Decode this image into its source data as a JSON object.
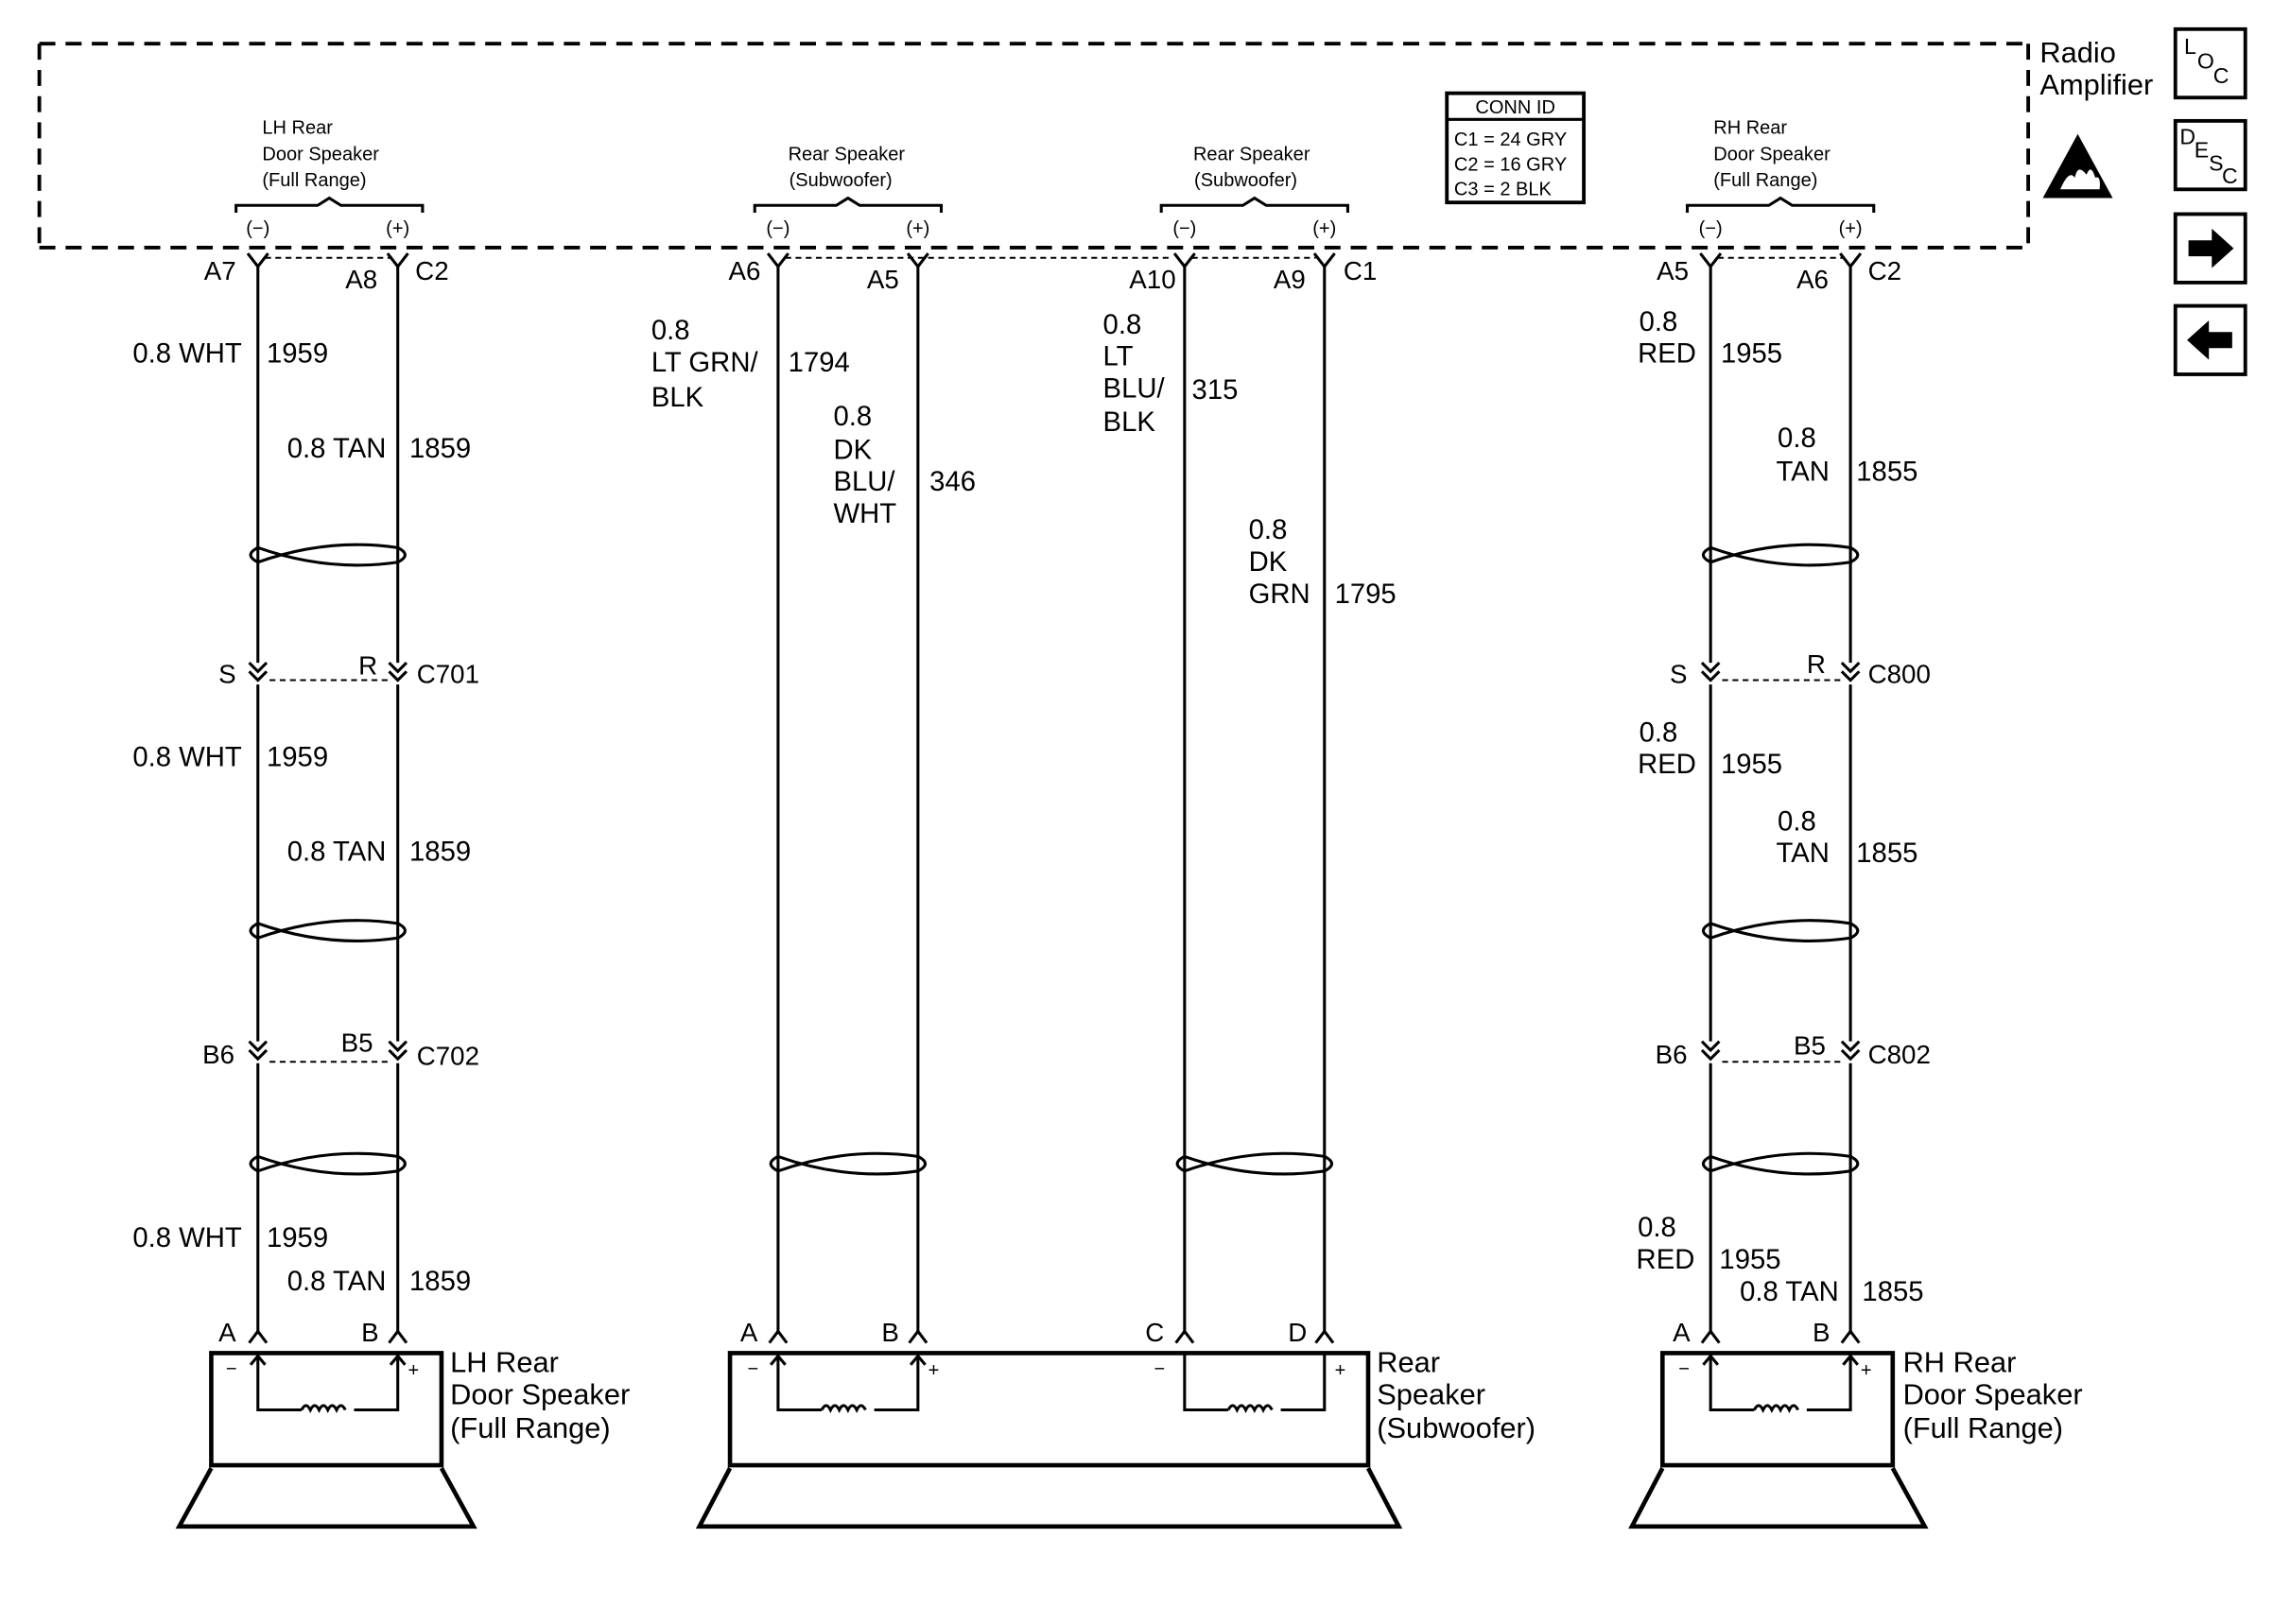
{
  "module": {
    "name_line1": "Radio",
    "name_line2": "Amplifier"
  },
  "conn_id": {
    "title": "CONN ID",
    "rows": [
      "C1 = 24 GRY",
      "C2 = 16 GRY",
      "C3 = 2 BLK"
    ]
  },
  "polarity": {
    "neg": "(−)",
    "pos": "(+)"
  },
  "module_labels": {
    "lh": [
      "LH Rear",
      "Door Speaker",
      "(Full Range)"
    ],
    "sub1": [
      "Rear Speaker",
      "(Subwoofer)"
    ],
    "sub2": [
      "Rear Speaker",
      "(Subwoofer)"
    ],
    "rh": [
      "RH Rear",
      "Door Speaker",
      "(Full Range)"
    ]
  },
  "top_pins": {
    "lh": {
      "neg": "A7",
      "pos": "A8",
      "conn": "C2"
    },
    "sub1": {
      "neg": "A6",
      "pos": "A5"
    },
    "sub2": {
      "neg": "A10",
      "pos": "A9",
      "conn": "C1"
    },
    "rh": {
      "neg": "A5",
      "pos": "A6",
      "conn": "C2"
    }
  },
  "wires": {
    "lh_neg_1": {
      "spec": "0.8 WHT",
      "circuit": "1959"
    },
    "lh_pos_1": {
      "spec": "0.8 TAN",
      "circuit": "1859"
    },
    "lh_neg_2": {
      "spec": "0.8 WHT",
      "circuit": "1959"
    },
    "lh_pos_2": {
      "spec": "0.8 TAN",
      "circuit": "1859"
    },
    "lh_neg_3": {
      "spec": "0.8 WHT",
      "circuit": "1959"
    },
    "lh_pos_3": {
      "spec": "0.8 TAN",
      "circuit": "1859"
    },
    "sub1_neg": {
      "spec": [
        "0.8",
        "LT GRN/",
        "BLK"
      ],
      "circuit": "1794"
    },
    "sub1_pos": {
      "spec": [
        "0.8",
        "DK",
        "BLU/",
        "WHT"
      ],
      "circuit": "346"
    },
    "sub2_neg": {
      "spec": [
        "0.8",
        "LT",
        "BLU/",
        "BLK"
      ],
      "circuit": "315"
    },
    "sub2_pos": {
      "spec": [
        "0.8",
        "DK",
        "GRN"
      ],
      "circuit": "1795"
    },
    "rh_neg_1": {
      "spec": [
        "0.8",
        "RED"
      ],
      "circuit": "1955"
    },
    "rh_pos_1": {
      "spec": [
        "0.8",
        "TAN"
      ],
      "circuit": "1855"
    },
    "rh_neg_2": {
      "spec": [
        "0.8",
        "RED"
      ],
      "circuit": "1955"
    },
    "rh_pos_2": {
      "spec": [
        "0.8",
        "TAN"
      ],
      "circuit": "1855"
    },
    "rh_neg_3": {
      "spec": [
        "0.8",
        "RED"
      ],
      "circuit": "1955"
    },
    "rh_pos_3": {
      "spec": "0.8 TAN",
      "circuit": "1855"
    }
  },
  "inline_connectors": {
    "c701": {
      "name": "C701",
      "neg_pin": "S",
      "pos_pin": "R"
    },
    "c702": {
      "name": "C702",
      "neg_pin": "B6",
      "pos_pin": "B5"
    },
    "c800": {
      "name": "C800",
      "neg_pin": "S",
      "pos_pin": "R"
    },
    "c802": {
      "name": "C802",
      "neg_pin": "B6",
      "pos_pin": "B5"
    }
  },
  "bottom_pins": {
    "lh": [
      "A",
      "B"
    ],
    "sub": [
      "A",
      "B",
      "C",
      "D"
    ],
    "rh": [
      "A",
      "B"
    ]
  },
  "speakers": {
    "lh": [
      "LH Rear",
      "Door Speaker",
      "(Full Range)"
    ],
    "sub": [
      "Rear",
      "Speaker",
      "(Subwoofer)"
    ],
    "rh": [
      "RH Rear",
      "Door Speaker",
      "(Full Range)"
    ]
  },
  "terminal_marks": {
    "neg": "−",
    "pos": "+"
  },
  "nav": {
    "loc": {
      "l": "L",
      "o": "O",
      "c": "C"
    },
    "desc": {
      "d": "D",
      "e": "E",
      "s": "S",
      "c": "C"
    },
    "forward": "→",
    "back": "←"
  }
}
